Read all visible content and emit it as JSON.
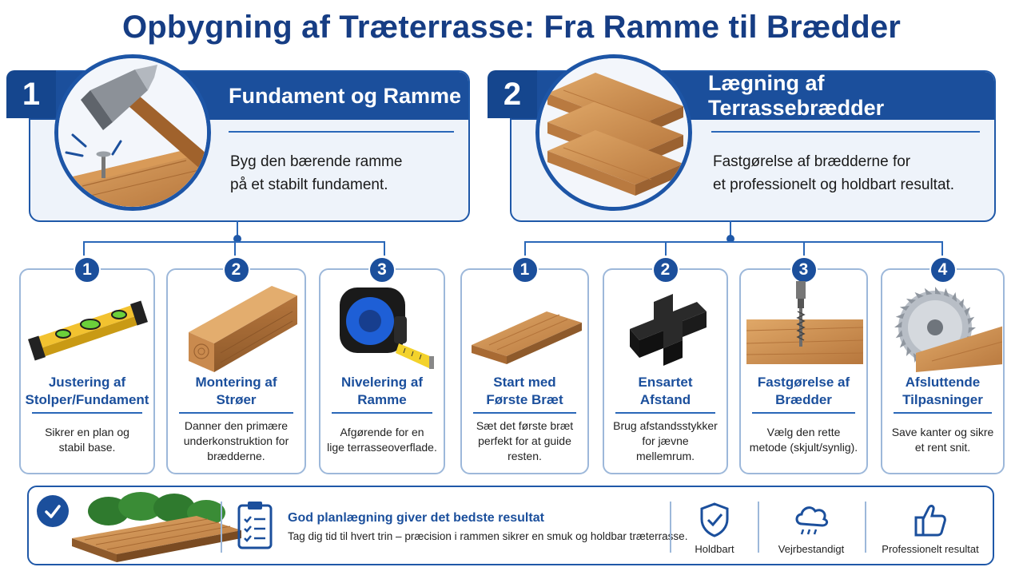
{
  "title": "Opbygning af Træterrasse: Fra Ramme til Brædder",
  "sections": [
    {
      "number": "1",
      "title": "Fundament og Ramme",
      "description_lines": [
        "Byg den bærende ramme",
        "på et stabilt fundament."
      ],
      "icon": "hammer-nail-icon",
      "steps": [
        {
          "number": "1",
          "title_lines": [
            "Justering af",
            "Stolper/Fundament"
          ],
          "desc_lines": [
            "Sikrer en plan og",
            "stabil base."
          ],
          "icon": "spirit-level-icon"
        },
        {
          "number": "2",
          "title_lines": [
            "Montering af",
            "Strøer"
          ],
          "desc_lines": [
            "Danner den primære",
            "underkonstruktion for",
            "brædderne."
          ],
          "icon": "timber-beam-icon"
        },
        {
          "number": "3",
          "title_lines": [
            "Nivelering af",
            "Ramme"
          ],
          "desc_lines": [
            "Afgørende for en",
            "lige terrasseoverflade."
          ],
          "icon": "tape-measure-icon"
        }
      ]
    },
    {
      "number": "2",
      "title": "Lægning af Terrassebrædder",
      "description_lines": [
        "Fastgørelse af brædderne for",
        "et professionelt og holdbart resultat."
      ],
      "icon": "stacked-boards-icon",
      "steps": [
        {
          "number": "1",
          "title_lines": [
            "Start med",
            "Første Bræt"
          ],
          "desc_lines": [
            "Sæt det første bræt",
            "perfekt for at guide",
            "resten."
          ],
          "icon": "deck-board-icon"
        },
        {
          "number": "2",
          "title_lines": [
            "Ensartet",
            "Afstand"
          ],
          "desc_lines": [
            "Brug afstandsstykker",
            "for jævne",
            "mellemrum."
          ],
          "icon": "spacer-cross-icon"
        },
        {
          "number": "3",
          "title_lines": [
            "Fastgørelse af",
            "Brædder"
          ],
          "desc_lines": [
            "Vælg den rette",
            "metode (skjult/synlig)."
          ],
          "icon": "drill-screw-icon"
        },
        {
          "number": "4",
          "title_lines": [
            "Afsluttende",
            "Tilpasninger"
          ],
          "desc_lines": [
            "Save kanter og sikre",
            "et rent snit."
          ],
          "icon": "circular-saw-icon"
        }
      ]
    }
  ],
  "footer": {
    "title": "God planlægning giver det bedste resultat",
    "description": "Tag dig tid til hvert trin – præcision i rammen sikrer en smuk og holdbar træterrasse.",
    "features": [
      {
        "label": "Holdbart",
        "icon": "shield-check-icon"
      },
      {
        "label": "Vejrbestandigt",
        "icon": "rain-cloud-icon"
      },
      {
        "label": "Professionelt resultat",
        "icon": "thumbs-up-icon"
      }
    ]
  },
  "colors": {
    "primary": "#1b4f9c",
    "title": "#163d84",
    "wood": "#c98a4e",
    "panel": "#eef3fa"
  }
}
